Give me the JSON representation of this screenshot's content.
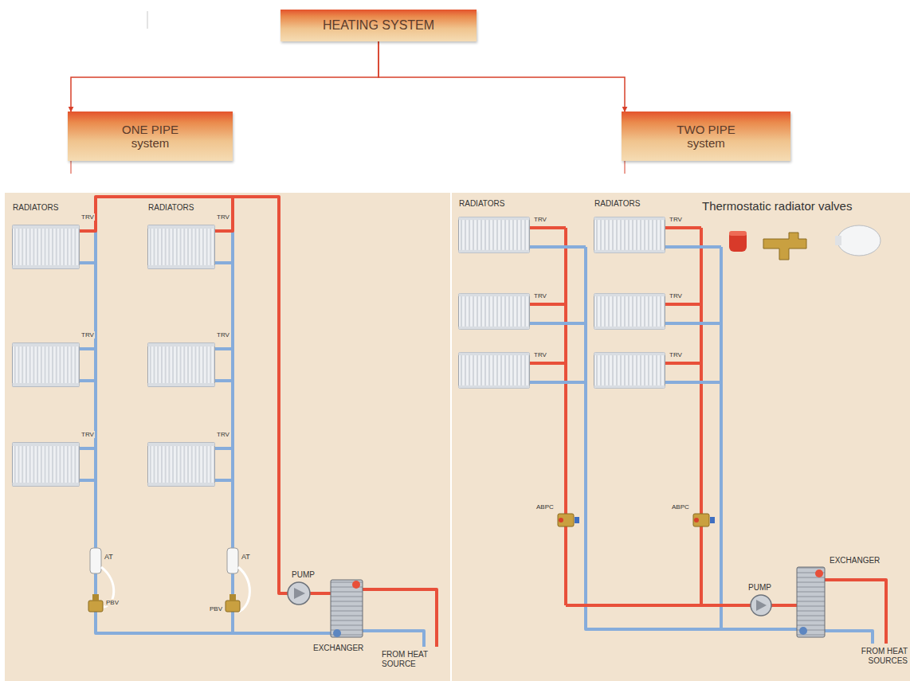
{
  "diagram": {
    "nodes": [
      {
        "text": [
          "HEATING SYSTEM"
        ]
      },
      {
        "text": [
          "ONE PIPE system"
        ]
      },
      {
        "text": [
          "TWO PIPE system"
        ]
      }
    ],
    "edges": [
      {
        "from": 0,
        "to": 1,
        "arrow": "to"
      },
      {
        "from": 0,
        "to": 2,
        "arrow": "to"
      }
    ],
    "labels": [
      "RADIATORS",
      "TRV",
      "RADIATORS",
      "TRV",
      "TRV",
      "TRV",
      "TRV",
      "TRV",
      "AT",
      "AT",
      "PBV",
      "PBV",
      "PUMP",
      "EXCHANGER",
      "FROM HEAT SOURCE",
      "RADIATORS",
      "TRV",
      "RADIATORS",
      "TRV",
      "Thermostatic radiator valves",
      "TRV",
      "TRV",
      "TRV",
      "TRV",
      "ABPC",
      "ABPC",
      "PUMP",
      "EXCHANGER",
      "FROM HEAT SOURCES"
    ]
  }
}
